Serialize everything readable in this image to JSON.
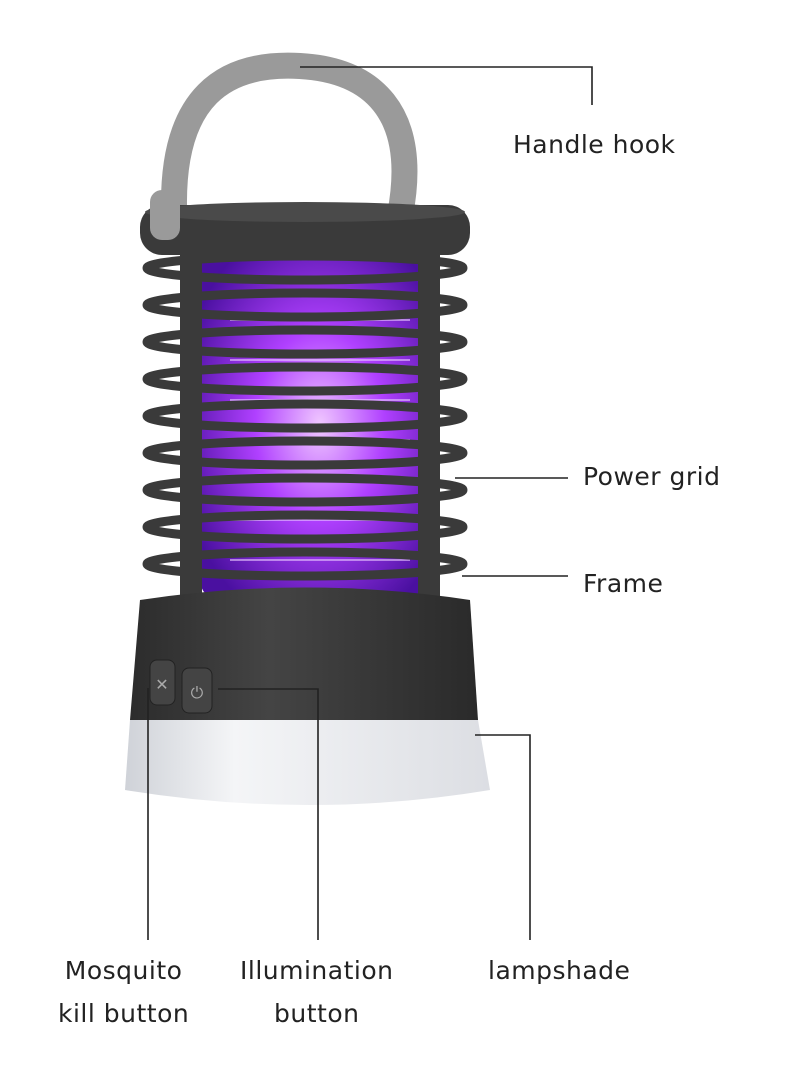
{
  "labels": {
    "handle_hook": "Handle hook",
    "power_grid": "Power grid",
    "frame": "Frame",
    "mosquito_kill_button_line1": "Mosquito",
    "mosquito_kill_button_line2": "kill button",
    "illumination_button_line1": "Illumination",
    "illumination_button_line2": "button",
    "lampshade": "lampshade"
  },
  "colors": {
    "body": "#3a3a3a",
    "uv_glow": "#9b3dff",
    "handle": "#9a9a9a",
    "lampshade": "#e6e8ec",
    "leader_line": "#222222"
  }
}
